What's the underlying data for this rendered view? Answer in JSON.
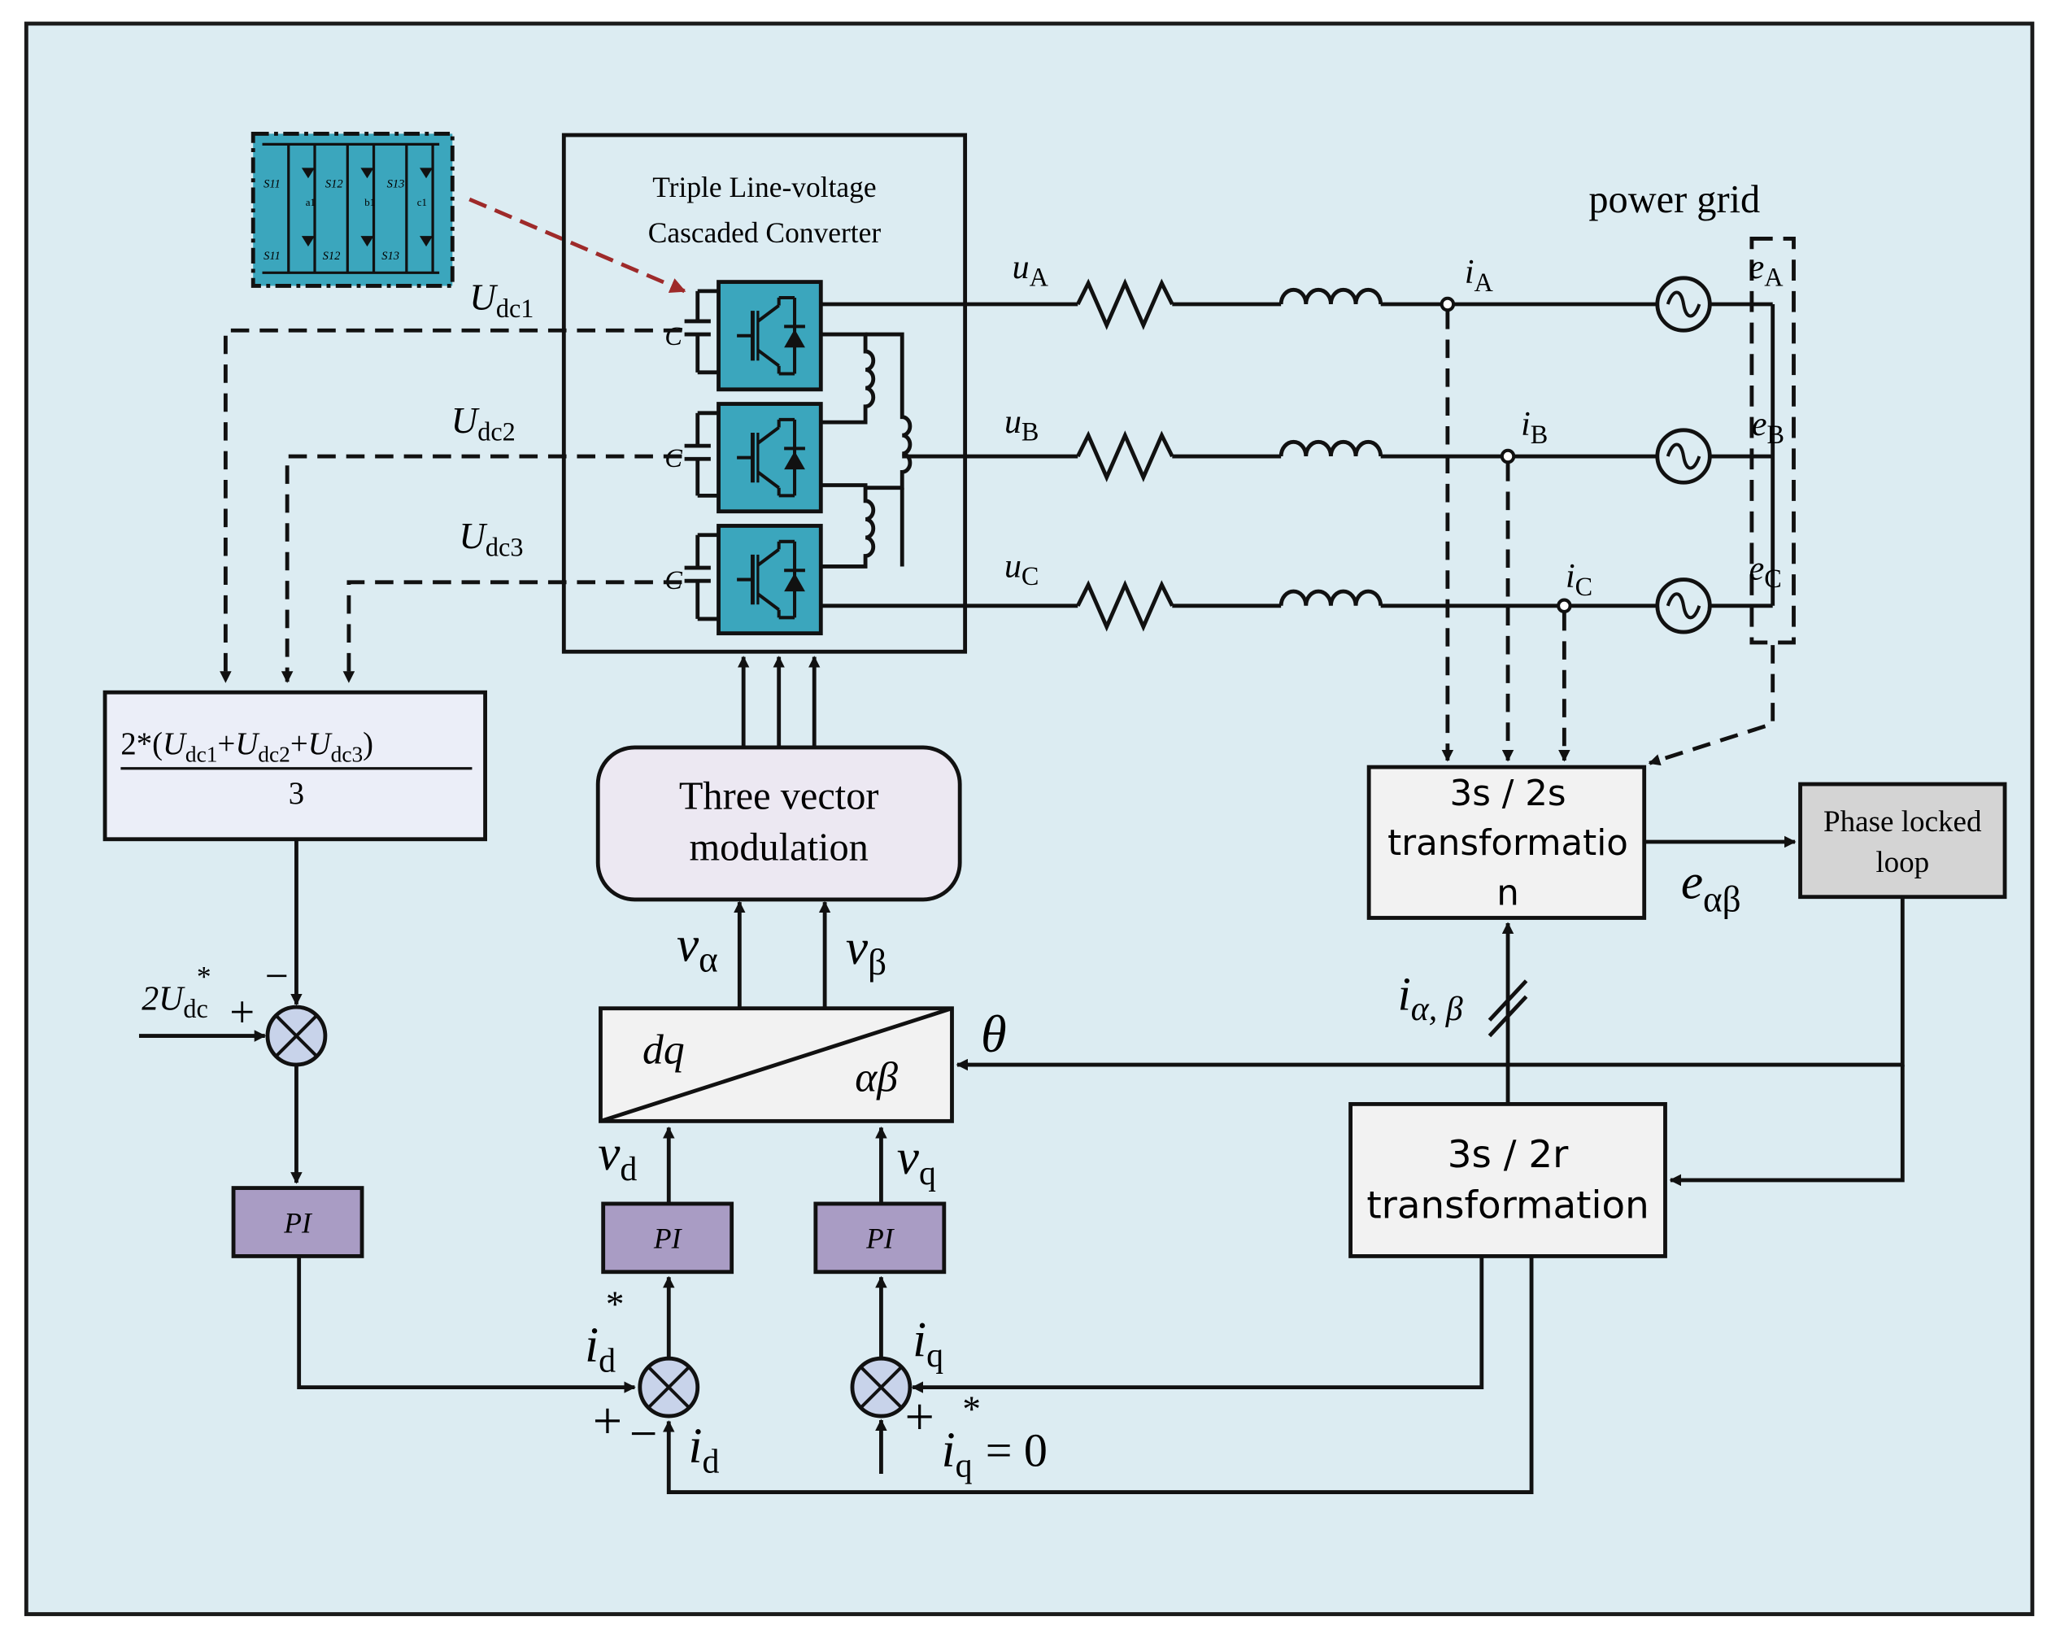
{
  "colors": {
    "background": "#dcecf2",
    "frame": "#1a1a1a",
    "module": "#3ba6bd",
    "pi_block": "#a99cc4",
    "light_box": "#ebeef8",
    "pll_box": "#d4d4d4",
    "modulation_box": "#ece8f2",
    "arrow_red": "#9e2a2a",
    "summer": "#c8d3ea"
  },
  "converter": {
    "title_line1": "Triple Line-voltage",
    "title_line2": "Cascaded Converter",
    "cap": "C",
    "inset_labels": [
      "S11",
      "S12",
      "S13",
      "S11",
      "S12",
      "S13"
    ],
    "inset_nodes": [
      "a1",
      "b1",
      "c1"
    ]
  },
  "dc_labels": {
    "u_main": "U",
    "sub1": "dc1",
    "sub2": "dc2",
    "sub3": "dc3"
  },
  "phases": {
    "u_A": "u",
    "u_A_sub": "A",
    "u_B": "u",
    "u_B_sub": "B",
    "u_C": "u",
    "u_C_sub": "C",
    "i_A": "i",
    "i_A_sub": "A",
    "i_B": "i",
    "i_B_sub": "B",
    "i_C": "i",
    "i_C_sub": "C",
    "e_A": "e",
    "e_A_sub": "A",
    "e_B": "e",
    "e_B_sub": "B",
    "e_C": "e",
    "e_C_sub": "C"
  },
  "grid_label": "power grid",
  "avg_block": {
    "numerator_prefix": "2*(",
    "u": "U",
    "sub1": "dc1",
    "sub2": "dc2",
    "sub3": "dc3",
    "plus": "+",
    "close": ")",
    "denominator": "3"
  },
  "modulation": {
    "line1": "Three vector",
    "line2": "modulation"
  },
  "transform_3s2s": {
    "line1": "3s / 2s",
    "line2": "transformatio",
    "line3": "n"
  },
  "pll": {
    "line1": "Phase locked",
    "line2": "loop"
  },
  "transform_3s2r": {
    "line1": "3s / 2r",
    "line2": "transformation"
  },
  "dq_block": {
    "left": "dq",
    "right": "αβ"
  },
  "signals": {
    "v": "v",
    "alpha": "α",
    "beta": "β",
    "d": "d",
    "q": "q",
    "theta": "θ",
    "e": "e",
    "e_sub": "αβ",
    "i": "i",
    "i_alpha_beta_sub": "α, β",
    "star": "*",
    "eq_zero": "= 0",
    "ref_2u": "2U",
    "ref_sub": "dc",
    "plus": "+",
    "minus": "−"
  },
  "pi_label": "PI"
}
